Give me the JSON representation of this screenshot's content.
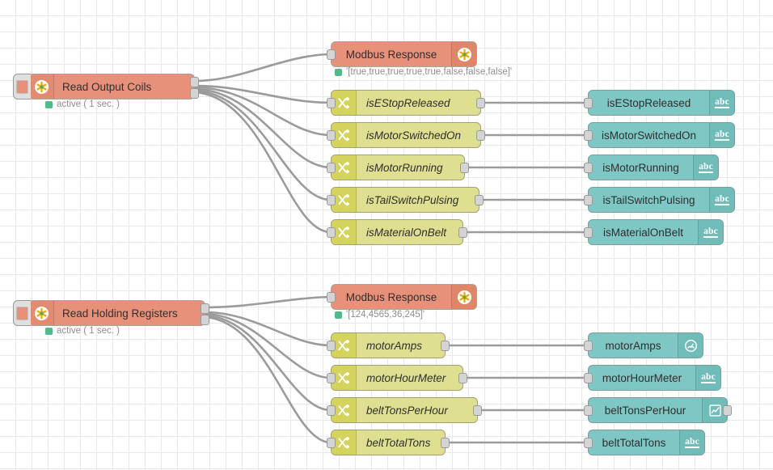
{
  "canvas": {
    "grid_color": "#e9e9e9",
    "background": "#ffffff",
    "wire_color": "#9b9b9b"
  },
  "palette": {
    "modbus_node": "#e8917a",
    "change_node": "#dfdf92",
    "change_icon_band": "#d3d35e",
    "dashboard_node": "#7fc7c4",
    "dashboard_icon_band": "#6fbcb9",
    "status_dot_green": "#53b88a",
    "port_fill": "#d4d4d4",
    "node_border": "#999999",
    "status_text": "#8e8e8e"
  },
  "flows": [
    {
      "id": "coils",
      "reader": {
        "label": "Read Output Coils",
        "icon": "modbus-asterisk-icon",
        "status": "active ( 1 sec. )",
        "status_dot": "green"
      },
      "response": {
        "label": "Modbus Response",
        "icon": "modbus-asterisk-icon",
        "status": "'[true,true,true,true,true,false,false,false]'",
        "status_dot": "green"
      },
      "items": [
        {
          "change_label": "isEStopReleased",
          "dash_label": "isEStopReleased",
          "dash_icon": "abc-text-icon"
        },
        {
          "change_label": "isMotorSwitchedOn",
          "dash_label": "isMotorSwitchedOn",
          "dash_icon": "abc-text-icon"
        },
        {
          "change_label": "isMotorRunning",
          "dash_label": "isMotorRunning",
          "dash_icon": "abc-text-icon"
        },
        {
          "change_label": "isTailSwitchPulsing",
          "dash_label": "isTailSwitchPulsing",
          "dash_icon": "abc-text-icon"
        },
        {
          "change_label": "isMaterialOnBelt",
          "dash_label": "isMaterialOnBelt",
          "dash_icon": "abc-text-icon"
        }
      ]
    },
    {
      "id": "registers",
      "reader": {
        "label": "Read Holding Registers",
        "icon": "modbus-asterisk-icon",
        "status": "active ( 1 sec. )",
        "status_dot": "green"
      },
      "response": {
        "label": "Modbus Response",
        "icon": "modbus-asterisk-icon",
        "status": "'[124,4565,36,245]'",
        "status_dot": "green"
      },
      "items": [
        {
          "change_label": "motorAmps",
          "dash_label": "motorAmps",
          "dash_icon": "gauge-icon"
        },
        {
          "change_label": "motorHourMeter",
          "dash_label": "motorHourMeter",
          "dash_icon": "abc-text-icon"
        },
        {
          "change_label": "beltTonsPerHour",
          "dash_label": "beltTonsPerHour",
          "dash_icon": "chart-line-icon"
        },
        {
          "change_label": "beltTotalTons",
          "dash_label": "beltTotalTons",
          "dash_icon": "abc-text-icon"
        }
      ]
    }
  ]
}
